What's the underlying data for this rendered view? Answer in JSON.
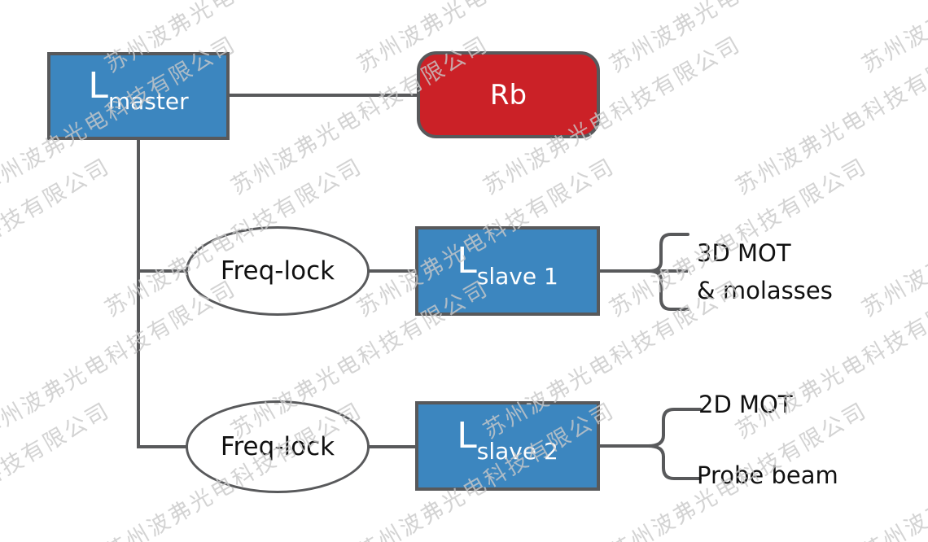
{
  "palette": {
    "node_blue": "#3c86bf",
    "node_red": "#cb2127",
    "stroke_gray": "#58595b",
    "text_dark": "#111111",
    "text_light": "#ffffff",
    "watermark_gray": "#c9c9c9"
  },
  "watermark": {
    "text": "苏州波弗光电科技有限公司"
  },
  "nodes": {
    "master": {
      "symbol": "L",
      "subscript": "master"
    },
    "rb_cell": {
      "label": "Rb"
    },
    "freq_lock_1": {
      "label": "Freq-lock"
    },
    "freq_lock_2": {
      "label": "Freq-lock"
    },
    "slave_1": {
      "symbol": "L",
      "subscript": "slave 1"
    },
    "slave_2": {
      "symbol": "L",
      "subscript": "slave 2"
    }
  },
  "outputs": {
    "slave_1_line_1": "3D MOT",
    "slave_1_line_2": "& molasses",
    "slave_2_top": "2D MOT",
    "slave_2_bottom": "Probe beam"
  }
}
